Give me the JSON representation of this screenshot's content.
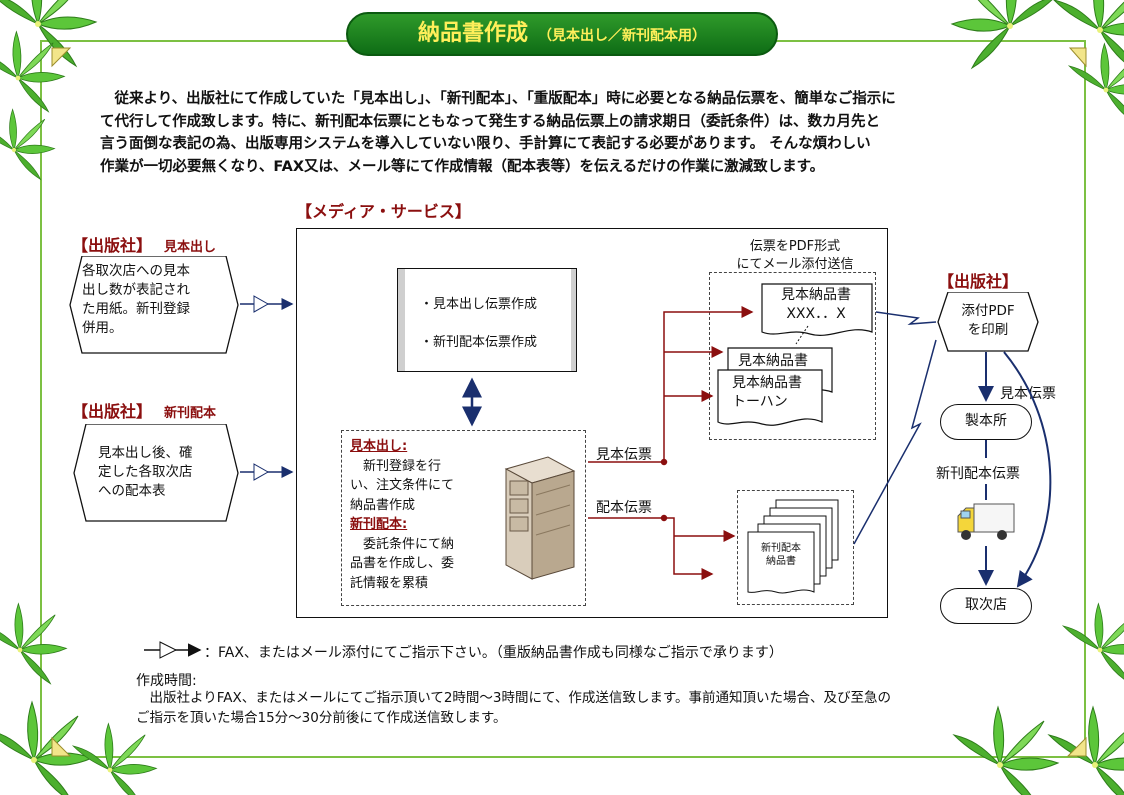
{
  "header": {
    "title_main": "納品書作成",
    "title_sub": "（見本出し／新刊配本用）"
  },
  "intro": [
    "　従来より、出版社にて作成していた「見本出し」、「新刊配本」、「重版配本」時に必要となる納品伝票を、簡単なご指示に",
    "て代行して作成致します。特に、新刊配本伝票にともなって発生する納品伝票上の請求期日（委託条件）は、数カ月先と",
    "言う面倒な表記の為、出版専用システムを導入していない限り、手計算にて表記する必要があります。 そんな煩わしい",
    "作業が一切必要無くなり、FAX又は、メール等にて作成情報（配本表等）を伝えるだけの作業に激減致します。"
  ],
  "diagram": {
    "service_label": "【メディア・サービス】",
    "publisher_bracket": "【出版社】",
    "publisher1_tag": "見本出し",
    "publisher1_lines": [
      "各取次店への見本",
      "出し数が表記され",
      "た用紙。新刊登録",
      "併用。"
    ],
    "publisher2_tag": "新刊配本",
    "publisher2_lines": [
      "見本出し後、確",
      "定した各取次店",
      "への配本表"
    ],
    "list_item1": "・見本出し伝票作成",
    "list_item2": "・新刊配本伝票作成",
    "proc_mihon_head": "見本出し:",
    "proc_mihon_lines": [
      "　新刊登録を行",
      "い、注文条件にて",
      "納品書作成"
    ],
    "proc_haihon_head": "新刊配本:",
    "proc_haihon_lines": [
      "　委託条件にて納",
      "品書を作成し、委",
      "託情報を累積"
    ],
    "arrow_mihon": "見本伝票",
    "arrow_haihon": "配本伝票",
    "pdf_caption_lines": [
      "伝票をPDF形式",
      "にてメール添付送信"
    ],
    "doc1_lines": [
      "見本納品書",
      "XXX．．X"
    ],
    "doc2_line": "見本納品書",
    "doc3_lines": [
      "見本納品書",
      "トーハン"
    ],
    "print_doc_lines": [
      "新刊配本",
      "納品書"
    ],
    "right_publisher": "【出版社】",
    "right_hex_lines": [
      "添付PDF",
      "を印刷"
    ],
    "bindery": "製本所",
    "right_mihon": "見本伝票",
    "right_haihon": "新刊配本伝票",
    "distributor": "取次店"
  },
  "legend": {
    "text": "：FAX、またはメール添付にてご指示下さい。（重版納品書作成も同様なご指示で承ります）"
  },
  "schedule": {
    "heading": "作成時間:",
    "lines": [
      "　出版社よりFAX、またはメールにてご指示頂いて2時間～3時間にて、作成送信致します。事前通知頂いた場合、及び至急の",
      "ご指示を頂いた場合15分～30分前後にて作成送信致します。"
    ]
  },
  "colors": {
    "frame_green": "#7cc043",
    "title_green": "#1a7d1f",
    "title_text": "#ffef5a",
    "label_red": "#8b0f0f",
    "arrow_blue": "#1a2f6e"
  }
}
